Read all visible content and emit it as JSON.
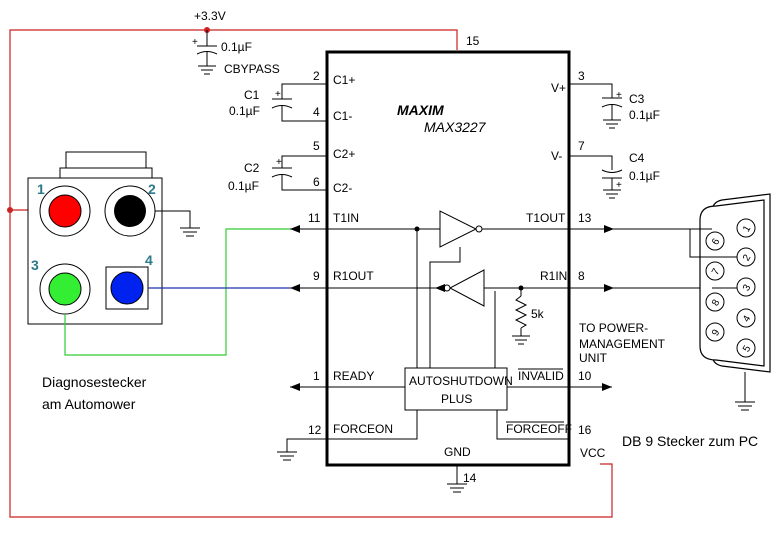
{
  "chip": {
    "logo": "MAXIM",
    "part": "MAX3227",
    "vcc_top": "VCC",
    "gnd": "GND",
    "pins": {
      "c1p": "C1+",
      "c1m": "C1-",
      "c2p": "C2+",
      "c2m": "C2-",
      "t1in": "T1IN",
      "r1out": "R1OUT",
      "ready": "READY",
      "forceon": "FORCEON",
      "vplus": "V+",
      "vminus": "V-",
      "t1out": "T1OUT",
      "r1in": "R1IN",
      "invalid": "INVALID",
      "forceoff": "FORCEOFF",
      "vcc_bottom": "VCC"
    },
    "pin_numbers": {
      "p15": "15",
      "p2": "2",
      "p4": "4",
      "p5": "5",
      "p6": "6",
      "p11": "11",
      "p9": "9",
      "p1": "1",
      "p12": "12",
      "p3": "3",
      "p7": "7",
      "p13": "13",
      "p8": "8",
      "p10": "10",
      "p16": "16",
      "p14": "14"
    },
    "autoshutdown_line1": "AUTOSHUTDOWN",
    "autoshutdown_line2": "PLUS"
  },
  "supply": {
    "voltage": "+3.3V",
    "bypass_value": "0.1µF",
    "bypass_name": "CBYPASS"
  },
  "caps": {
    "c1": {
      "name": "C1",
      "value": "0.1µF"
    },
    "c2": {
      "name": "C2",
      "value": "0.1µF"
    },
    "c3": {
      "name": "C3",
      "value": "0.1µF"
    },
    "c4": {
      "name": "C4",
      "value": "0.1µF"
    }
  },
  "resistor": {
    "value": "5k"
  },
  "power_mgmt": {
    "line1": "TO POWER-",
    "line2": "MANAGEMENT",
    "line3": "UNIT"
  },
  "diag_connector": {
    "label_line1": "Diagnosestecker",
    "label_line2": "am Automower",
    "pins": [
      "1",
      "2",
      "3",
      "4"
    ]
  },
  "db9": {
    "label": "DB 9 Stecker zum PC",
    "pins": [
      "1",
      "2",
      "3",
      "4",
      "5",
      "6",
      "7",
      "8",
      "9"
    ]
  },
  "colors": {
    "red_wire": "#cc2222",
    "green_wire": "#33cc33",
    "blue_wire": "#2233aa"
  }
}
